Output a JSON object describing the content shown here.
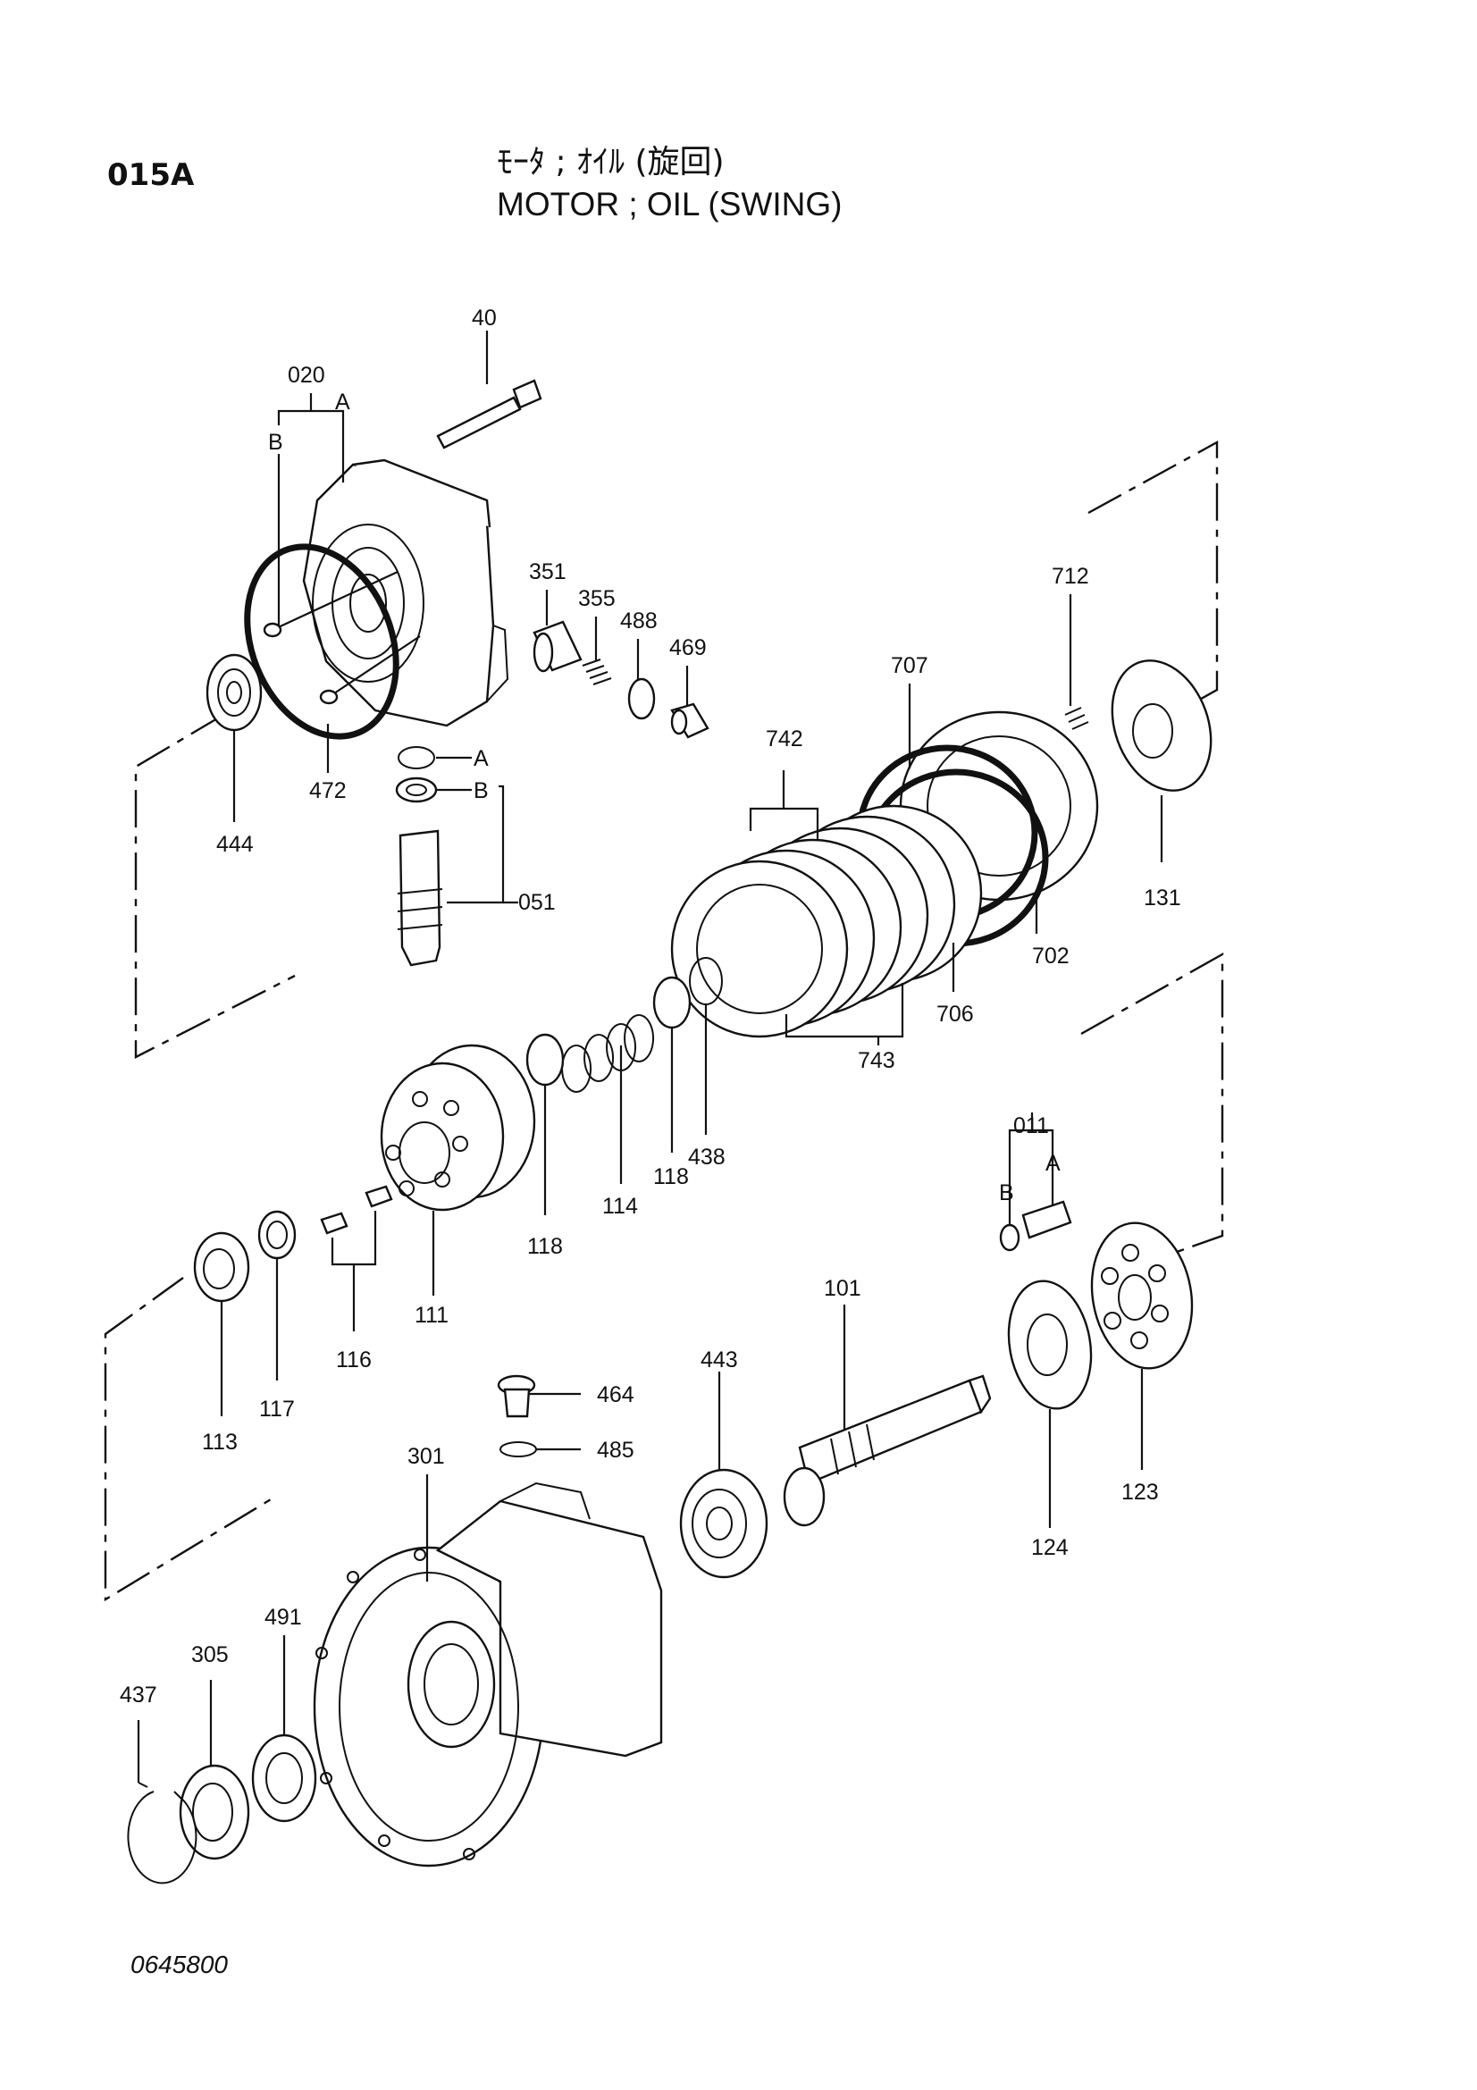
{
  "header": {
    "code": "015A",
    "title_jp": "ﾓｰﾀ ; ｵｲﾙ (旋回)",
    "title_en": "MOTOR ; OIL (SWING)"
  },
  "footer": {
    "doc_no": "0645800"
  },
  "callouts": {
    "p40": "40",
    "p020": "020",
    "pA1": "A",
    "pB1": "B",
    "p351": "351",
    "p355": "355",
    "p488": "488",
    "p469": "469",
    "p712": "712",
    "p707": "707",
    "p742": "742",
    "pA2": "A",
    "pB2": "B",
    "p051": "051",
    "p472": "472",
    "p444": "444",
    "p131": "131",
    "p702": "702",
    "p706": "706",
    "p743": "743",
    "p438": "438",
    "p118a": "118",
    "p114": "114",
    "p118b": "118",
    "p111": "111",
    "p116": "116",
    "p117": "117",
    "p113": "113",
    "p011": "011",
    "pA3": "A",
    "pB3": "B",
    "p101": "101",
    "p443": "443",
    "p464": "464",
    "p485": "485",
    "p301": "301",
    "p123": "123",
    "p124": "124",
    "p491": "491",
    "p305": "305",
    "p437": "437"
  }
}
